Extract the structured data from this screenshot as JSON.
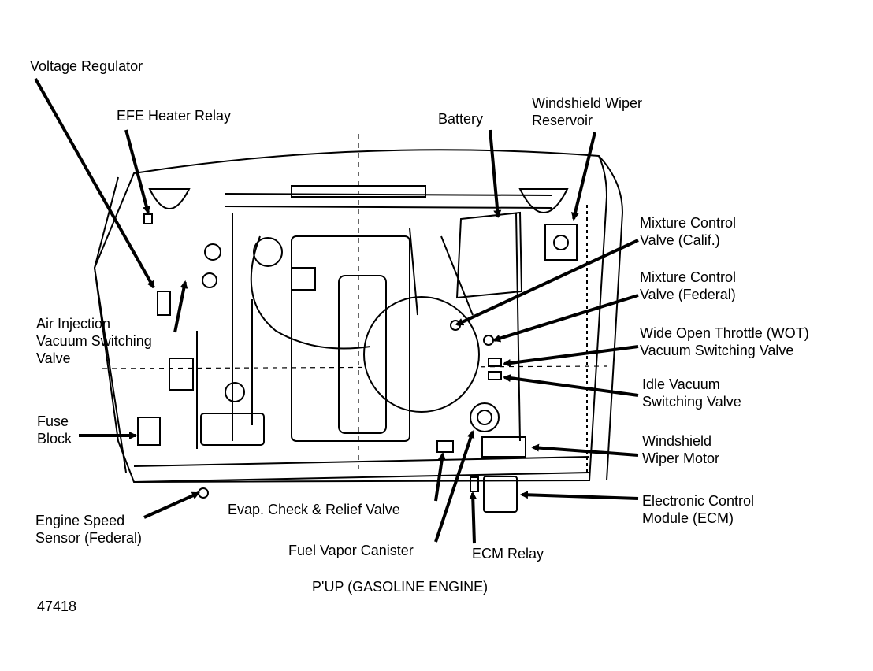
{
  "labels": {
    "voltage_regulator": [
      "Voltage Regulator"
    ],
    "efe_heater_relay": [
      "EFE Heater Relay"
    ],
    "battery": [
      "Battery"
    ],
    "windshield_wiper_reservoir": [
      "Windshield Wiper",
      "Reservoir"
    ],
    "mixture_control_valve_calif": [
      "Mixture Control",
      "Valve (Calif.)"
    ],
    "mixture_control_valve_federal": [
      "Mixture Control",
      "Valve (Federal)"
    ],
    "wot_vacuum_switching_valve": [
      "Wide Open Throttle (WOT)",
      "Vacuum Switching Valve"
    ],
    "idle_vacuum_switching_valve": [
      "Idle Vacuum",
      "Switching Valve"
    ],
    "air_injection_vacuum_switching_valve": [
      "Air Injection",
      "Vacuum Switching",
      "Valve"
    ],
    "fuse_block": [
      "Fuse",
      "Block"
    ],
    "windshield_wiper_motor": [
      "Windshield",
      "Wiper Motor"
    ],
    "electronic_control_module": [
      "Electronic Control",
      "Module (ECM)"
    ],
    "engine_speed_sensor": [
      "Engine Speed",
      "Sensor (Federal)"
    ],
    "evap_check_relief_valve": [
      "Evap. Check & Relief Valve"
    ],
    "fuel_vapor_canister": [
      "Fuel Vapor Canister"
    ],
    "ecm_relay": [
      "ECM Relay"
    ]
  },
  "caption": "P'UP (GASOLINE ENGINE)",
  "figure_number": "47418"
}
